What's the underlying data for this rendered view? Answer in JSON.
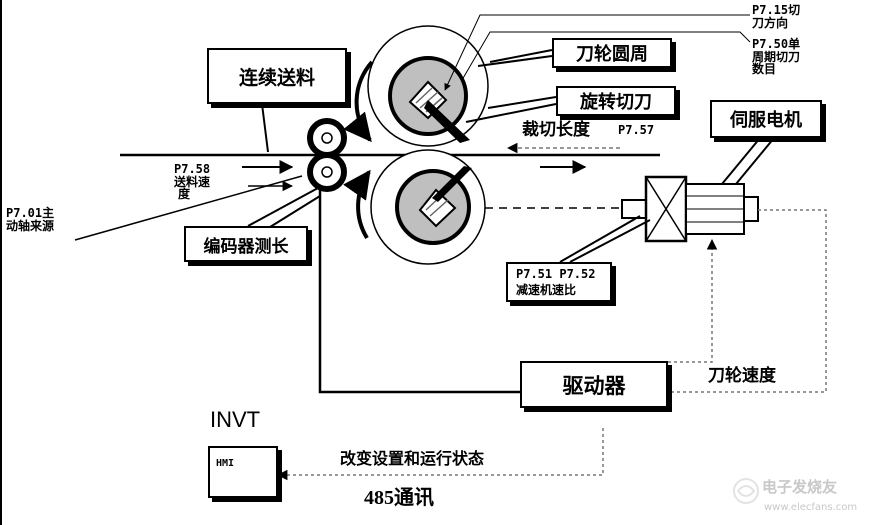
{
  "labels": {
    "continuous_feed": "连续送料",
    "knife_circumference": "刀轮圆周",
    "rotary_cutter": "旋转切刀",
    "cut_length": "裁切长度",
    "cut_length_param": "P7.57",
    "servo_motor": "伺服电机",
    "cut_direction_param": "P7.15",
    "cut_direction_1": "切",
    "cut_direction_2": "刀方向",
    "cuts_per_cycle_param": "P7.50",
    "cuts_per_cycle_1": "单",
    "cuts_per_cycle_2": "周期切刀",
    "cuts_per_cycle_3": "数目",
    "feed_speed_param": "P7.58",
    "feed_speed_1": "送料速",
    "feed_speed_2": "度",
    "main_axis_param": "P7.01",
    "main_axis_1": "主",
    "main_axis_2": "动轴来源",
    "encoder_measure": "编码器测长",
    "reducer_params": "P7.51  P7.52",
    "reducer_ratio": "减速机速比",
    "driver": "驱动器",
    "knife_speed": "刀轮速度",
    "vendor": "INVT",
    "hmi": "HMI",
    "change_settings": "改变设置和运行状态",
    "comm_485": "485通讯",
    "watermark": "电子发烧友",
    "watermark_url": "www.elecfans.com"
  },
  "colors": {
    "stroke": "#000000",
    "dashed": "#777777",
    "knife_fill": "#bfbfbf",
    "hatch": "#666666",
    "watermark": "#c8c8c8"
  }
}
